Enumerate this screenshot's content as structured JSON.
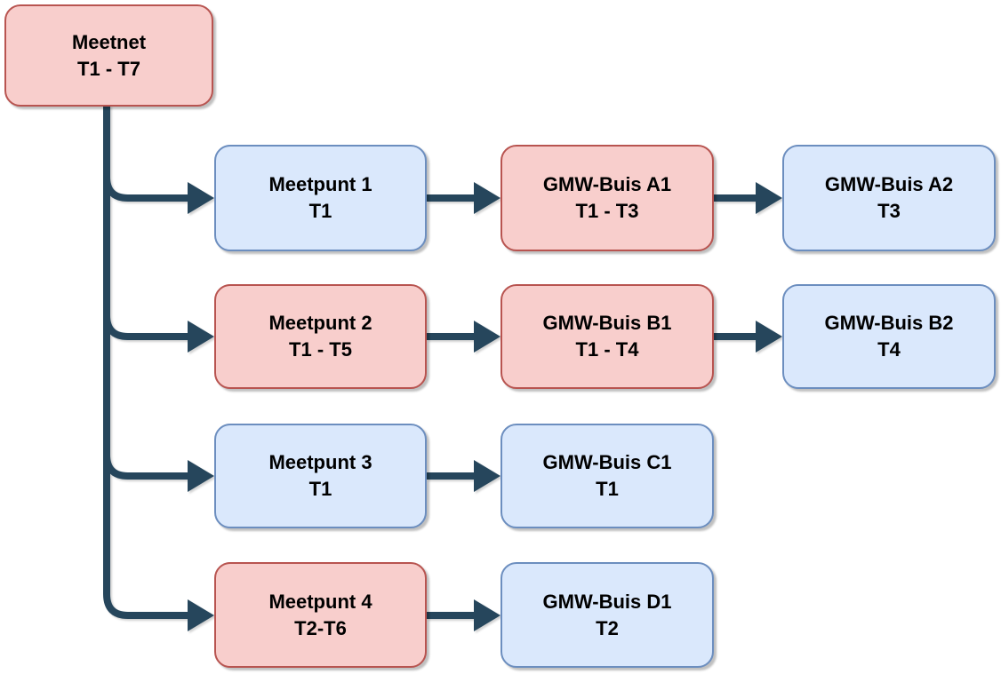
{
  "diagram": {
    "type": "flowchart",
    "description": "Monitoring network tree: Meetnet with four Meetpunt branches chaining into GMW-Buis nodes",
    "colors": {
      "background": "#ffffff",
      "red_fill": "#f8cecc",
      "red_stroke": "#b85450",
      "blue_fill": "#dae8fc",
      "blue_stroke": "#6c8ebf",
      "connector": "#26465c",
      "text": "#000000"
    },
    "nodes": [
      {
        "id": "meetnet",
        "title": "Meetnet",
        "subtitle": "T1 - T7",
        "color": "red"
      },
      {
        "id": "meetpunt-1",
        "title": "Meetpunt 1",
        "subtitle": "T1",
        "color": "blue"
      },
      {
        "id": "gmw-buis-a1",
        "title": "GMW-Buis A1",
        "subtitle": "T1 - T3",
        "color": "red"
      },
      {
        "id": "gmw-buis-a2",
        "title": "GMW-Buis A2",
        "subtitle": "T3",
        "color": "blue"
      },
      {
        "id": "meetpunt-2",
        "title": "Meetpunt 2",
        "subtitle": "T1 - T5",
        "color": "red"
      },
      {
        "id": "gmw-buis-b1",
        "title": "GMW-Buis B1",
        "subtitle": "T1 - T4",
        "color": "red"
      },
      {
        "id": "gmw-buis-b2",
        "title": "GMW-Buis B2",
        "subtitle": "T4",
        "color": "blue"
      },
      {
        "id": "meetpunt-3",
        "title": "Meetpunt 3",
        "subtitle": "T1",
        "color": "blue"
      },
      {
        "id": "gmw-buis-c1",
        "title": "GMW-Buis C1",
        "subtitle": "T1",
        "color": "blue"
      },
      {
        "id": "meetpunt-4",
        "title": "Meetpunt 4",
        "subtitle": "T2-T6",
        "color": "red"
      },
      {
        "id": "gmw-buis-d1",
        "title": "GMW-Buis D1",
        "subtitle": "T2",
        "color": "blue"
      }
    ],
    "edges": [
      {
        "from": "meetnet",
        "to": "meetpunt-1"
      },
      {
        "from": "meetnet",
        "to": "meetpunt-2"
      },
      {
        "from": "meetnet",
        "to": "meetpunt-3"
      },
      {
        "from": "meetnet",
        "to": "meetpunt-4"
      },
      {
        "from": "meetpunt-1",
        "to": "gmw-buis-a1"
      },
      {
        "from": "gmw-buis-a1",
        "to": "gmw-buis-a2"
      },
      {
        "from": "meetpunt-2",
        "to": "gmw-buis-b1"
      },
      {
        "from": "gmw-buis-b1",
        "to": "gmw-buis-b2"
      },
      {
        "from": "meetpunt-3",
        "to": "gmw-buis-c1"
      },
      {
        "from": "meetpunt-4",
        "to": "gmw-buis-d1"
      }
    ]
  }
}
